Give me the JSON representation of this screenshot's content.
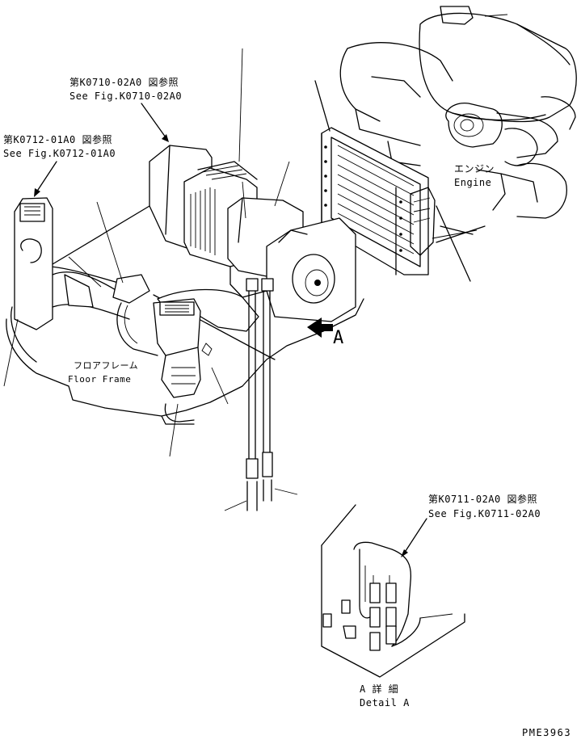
{
  "references": {
    "k0710": {
      "jp": "第K0710-02A0 図参照",
      "en": "See Fig.K0710-02A0"
    },
    "k0712": {
      "jp": "第K0712-01A0 図参照",
      "en": "See Fig.K0712-01A0"
    },
    "k0711": {
      "jp": "第K0711-02A0 図参照",
      "en": "See Fig.K0711-02A0"
    }
  },
  "labels": {
    "engine_jp": "エンジン",
    "engine_en": "Engine",
    "floor_frame_jp": "フロアフレーム",
    "floor_frame_en": "Floor Frame",
    "view_arrow": "A",
    "detail_jp": "A 詳 細",
    "detail_en": "Detail A"
  },
  "drawing_code": "PME3963"
}
